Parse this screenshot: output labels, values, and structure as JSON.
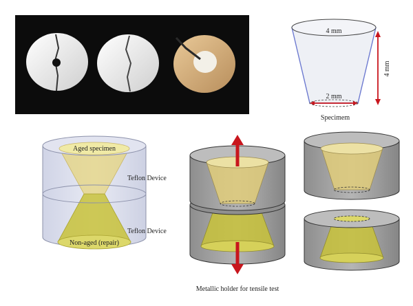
{
  "figure": {
    "specimen_dimensions": {
      "top_diameter": "4 mm",
      "bottom_diameter": "2 mm",
      "height": "4 mm",
      "caption": "Specimem"
    },
    "assembly_labels": {
      "aged": "Aged specimen",
      "teflon_upper": "Teflon Device",
      "teflon_lower": "Teflon Device",
      "non_aged": "Non-aged (repair)"
    },
    "holder_caption": "Metallic holder for tensile test",
    "colors": {
      "pull_arrow": "#c8161d",
      "teflon_body": "#dde0ee",
      "metal_body": "#9a9a9a",
      "aged_material": "#e6d47e",
      "repair_material": "#c8c23a",
      "specimen_outline": "#6d7ad0",
      "photo_background": "#0c0c0c"
    }
  }
}
